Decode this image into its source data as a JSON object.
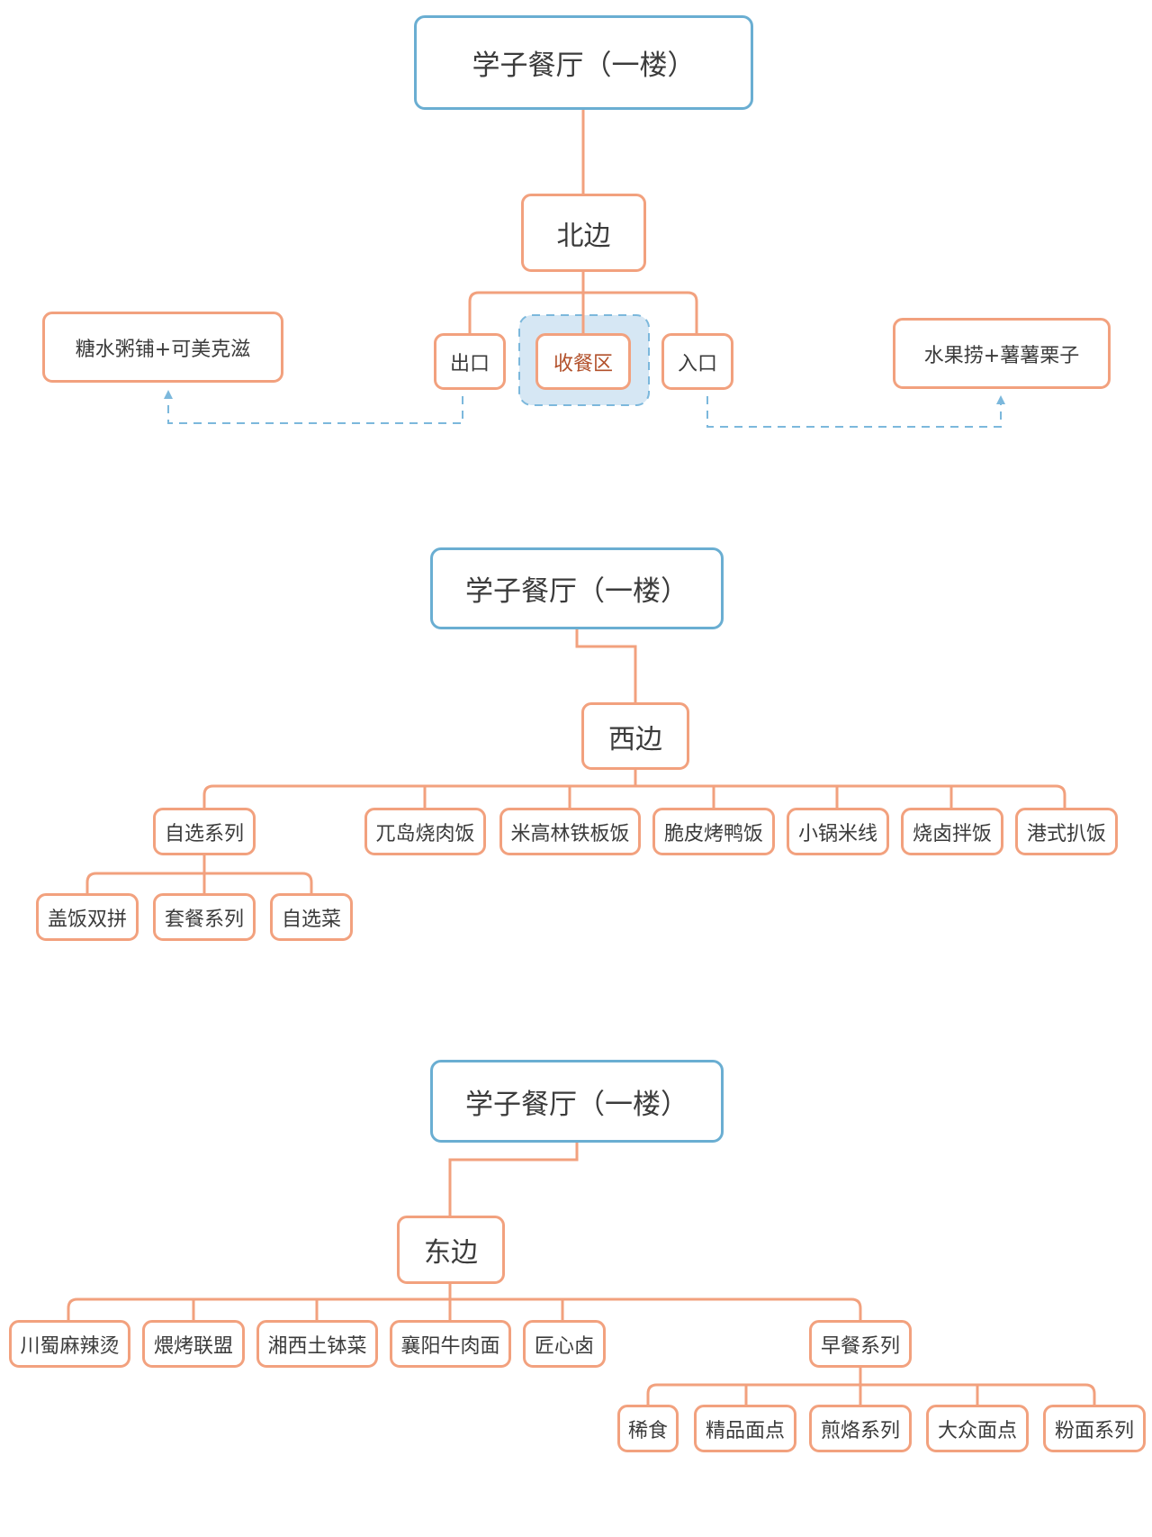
{
  "north": {
    "root": "学子餐厅（一楼）",
    "hub": "北边",
    "side_left": "糖水粥铺+可美克滋",
    "side_right": "水果捞+薯薯栗子",
    "exit": "出口",
    "collection": "收餐区",
    "entrance": "入口"
  },
  "west": {
    "root": "学子餐厅（一楼）",
    "hub": "西边",
    "items": [
      "自选系列",
      "兀岛烧肉饭",
      "米高林铁板饭",
      "脆皮烤鸭饭",
      "小锅米线",
      "烧卤拌饭",
      "港式扒饭"
    ],
    "sub": [
      "盖饭双拼",
      "套餐系列",
      "自选菜"
    ]
  },
  "east": {
    "root": "学子餐厅（一楼）",
    "hub": "东边",
    "items": [
      "川蜀麻辣烫",
      "煨烤联盟",
      "湘西土钵菜",
      "襄阳牛肉面",
      "匠心卤",
      "早餐系列"
    ],
    "sub": [
      "稀食",
      "精品面点",
      "煎烙系列",
      "大众面点",
      "粉面系列"
    ]
  },
  "colors": {
    "root_border": "#6aaed2",
    "node_border": "#f2a17e",
    "connector": "#f2a17e",
    "dashed_link": "#7cb8dc",
    "highlight_fill": "#d6e7f4"
  }
}
